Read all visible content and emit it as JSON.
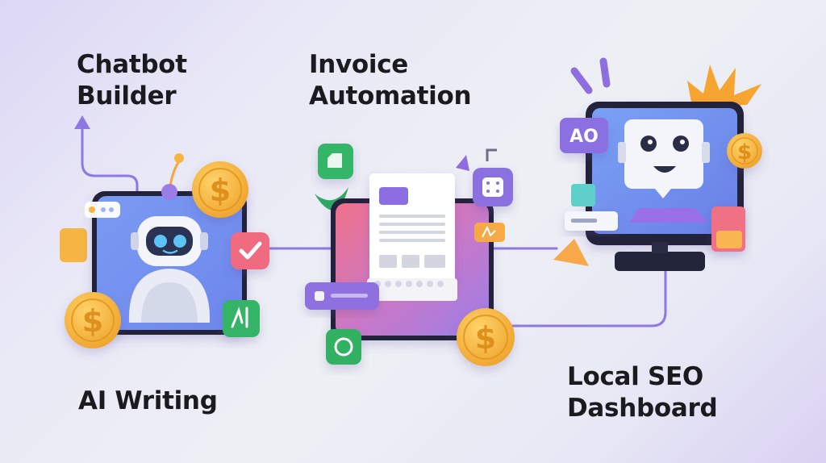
{
  "labels": {
    "chatbot": [
      "Chatbot",
      "Builder"
    ],
    "invoice": [
      "Invoice",
      "Automation"
    ],
    "ai_writing": "AI Writing",
    "seo": [
      "Local SEO",
      "Dashboard"
    ]
  },
  "badges": {
    "screen": "AO"
  },
  "colors": {
    "purple": "#8f6fe0",
    "blue": "#6f8ff0",
    "coin": "#f2b33c",
    "green": "#36b36b",
    "red": "#f07083",
    "orange": "#f7a83a",
    "frame": "#23253a"
  },
  "icons": [
    "robot-icon",
    "dollar-coin-icon",
    "checkmark-icon",
    "document-icon",
    "dice-icon",
    "chart-icon",
    "monitor-icon",
    "burst-icon",
    "arrow-up-icon"
  ]
}
